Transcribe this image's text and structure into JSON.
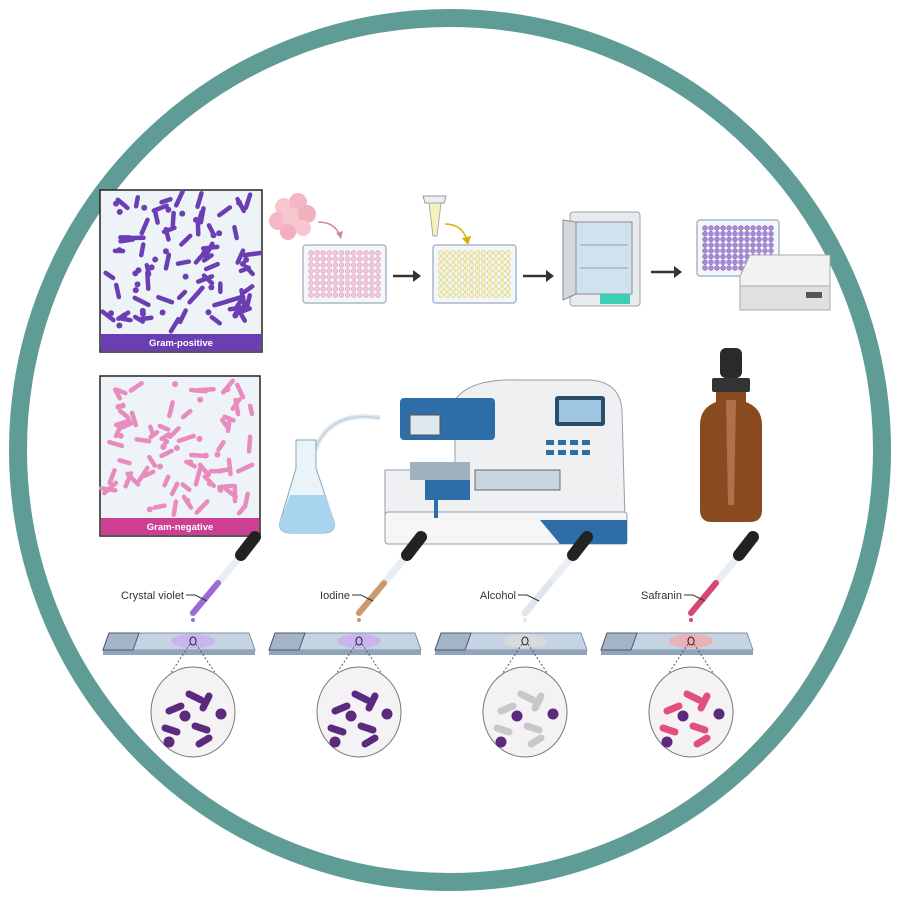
{
  "colors": {
    "ring": "#5f9c96",
    "gram_positive": "#6b3fb3",
    "gram_negative": "#d0479a",
    "crystal_violet": "#9a6ad6",
    "iodine": "#c99a6a",
    "alcohol": "#dfe6ee",
    "safranin": "#d8486e",
    "purple_cell": "#5a2a7e",
    "gray_cell": "#c8c8c8",
    "pink_cell": "#e0507a"
  },
  "panels": {
    "gram_positive": {
      "label": "Gram-positive"
    },
    "gram_negative": {
      "label": "Gram-negative"
    }
  },
  "staining_steps": [
    {
      "label": "Crystal violet",
      "reagent_color": "#9a6ad6",
      "spot_color": "#c9aef0",
      "rod_color": "#5a2a7e",
      "cocci_color": "#5a2a7e"
    },
    {
      "label": "Iodine",
      "reagent_color": "#c99a6a",
      "spot_color": "#c9aef0",
      "rod_color": "#5a2a7e",
      "cocci_color": "#5a2a7e"
    },
    {
      "label": "Alcohol",
      "reagent_color": "#dfe6ee",
      "spot_color": "#d9d9d9",
      "rod_color": "#c8c8c8",
      "cocci_color": "#5a2a7e"
    },
    {
      "label": "Safranin",
      "reagent_color": "#d8486e",
      "spot_color": "#eeaab0",
      "rod_color": "#e0507a",
      "cocci_color": "#5a2a7e"
    }
  ],
  "icons": [
    "cell-cluster-icon",
    "microplate-icon",
    "pipette-tube-icon",
    "incubator-icon",
    "plate-reader-icon",
    "erlenmeyer-flask-icon",
    "plate-washer-icon",
    "dropper-bottle-icon",
    "dropper-icon",
    "microscope-slide-icon",
    "magnified-view-icon",
    "arrow-right-icon"
  ]
}
